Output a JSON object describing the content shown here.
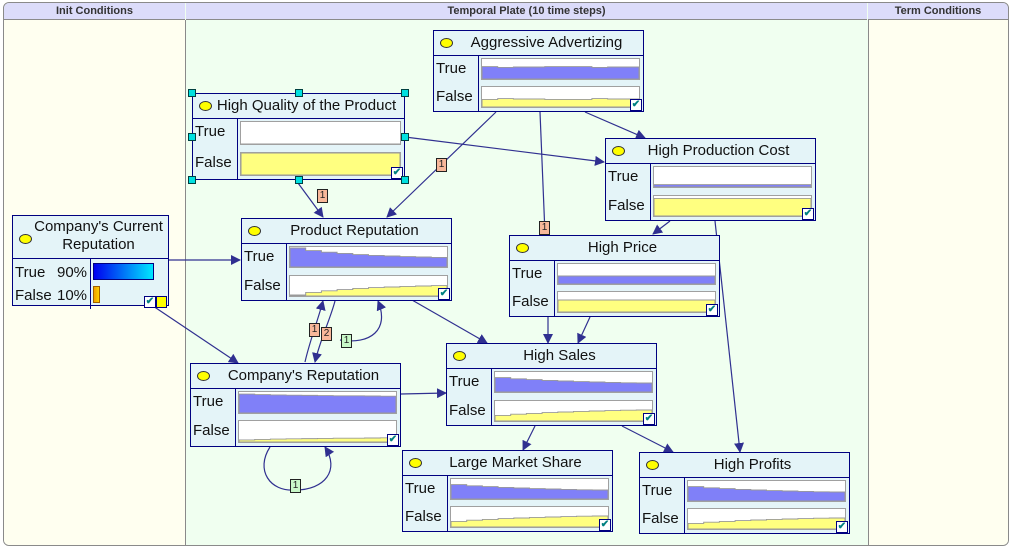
{
  "columns": {
    "init": "Init Conditions",
    "plate": "Temporal Plate (10 time steps)",
    "term": "Term Conditions"
  },
  "colors": {
    "true_fill": "#8080f8",
    "false_fill": "#ffff80",
    "node_bg": "#e4f4f8",
    "node_border": "#000080",
    "plate_bg": "#f0fff0",
    "side_bg": "#fffff0"
  },
  "states": {
    "true": "True",
    "false": "False"
  },
  "nodes": {
    "init": {
      "title": "Company's Current Reputation",
      "true_label": "True",
      "true_pct": "90%",
      "true_value": 0.9,
      "false_label": "False",
      "false_pct": "10%",
      "false_value": 0.1
    },
    "aggressive": {
      "title": "Aggressive Advertizing",
      "true_series": [
        0.62,
        0.58,
        0.6,
        0.6,
        0.62,
        0.62,
        0.62,
        0.58,
        0.6,
        0.6
      ]
    },
    "quality": {
      "title": "High Quality of the Product",
      "true_series": [
        0,
        0,
        0,
        0,
        0,
        0,
        0,
        0,
        0,
        0
      ]
    },
    "production": {
      "title": "High Production Cost",
      "true_series": [
        0.12,
        0.12,
        0.12,
        0.12,
        0.12,
        0.12,
        0.12,
        0.12,
        0.12,
        0.12
      ]
    },
    "product_rep": {
      "title": "Product Reputation",
      "true_series": [
        0.95,
        0.82,
        0.74,
        0.68,
        0.62,
        0.58,
        0.55,
        0.52,
        0.5,
        0.48
      ]
    },
    "price": {
      "title": "High Price",
      "true_series": [
        0.4,
        0.4,
        0.4,
        0.4,
        0.4,
        0.4,
        0.4,
        0.4,
        0.4,
        0.4
      ]
    },
    "company_rep": {
      "title": "Company's Reputation",
      "true_series": [
        0.9,
        0.88,
        0.86,
        0.85,
        0.84,
        0.83,
        0.82,
        0.82,
        0.81,
        0.8
      ]
    },
    "sales": {
      "title": "High Sales",
      "true_series": [
        0.72,
        0.66,
        0.62,
        0.58,
        0.55,
        0.52,
        0.5,
        0.48,
        0.46,
        0.45
      ]
    },
    "market": {
      "title": "Large Market Share",
      "true_series": [
        0.72,
        0.66,
        0.62,
        0.58,
        0.55,
        0.52,
        0.5,
        0.48,
        0.46,
        0.45
      ]
    },
    "profits": {
      "title": "High Profits",
      "true_series": [
        0.72,
        0.66,
        0.62,
        0.58,
        0.55,
        0.52,
        0.5,
        0.48,
        0.46,
        0.45
      ]
    }
  },
  "link_badges": {
    "adv_to_prodrep": "1",
    "adv_to_price": "1",
    "quality_to_prodrep": "1",
    "prodrep_to_comprep_a": "1",
    "prodrep_to_comprep_b": "2",
    "prodrep_self": "1",
    "comprep_self": "1"
  },
  "check_glyph": "✔"
}
